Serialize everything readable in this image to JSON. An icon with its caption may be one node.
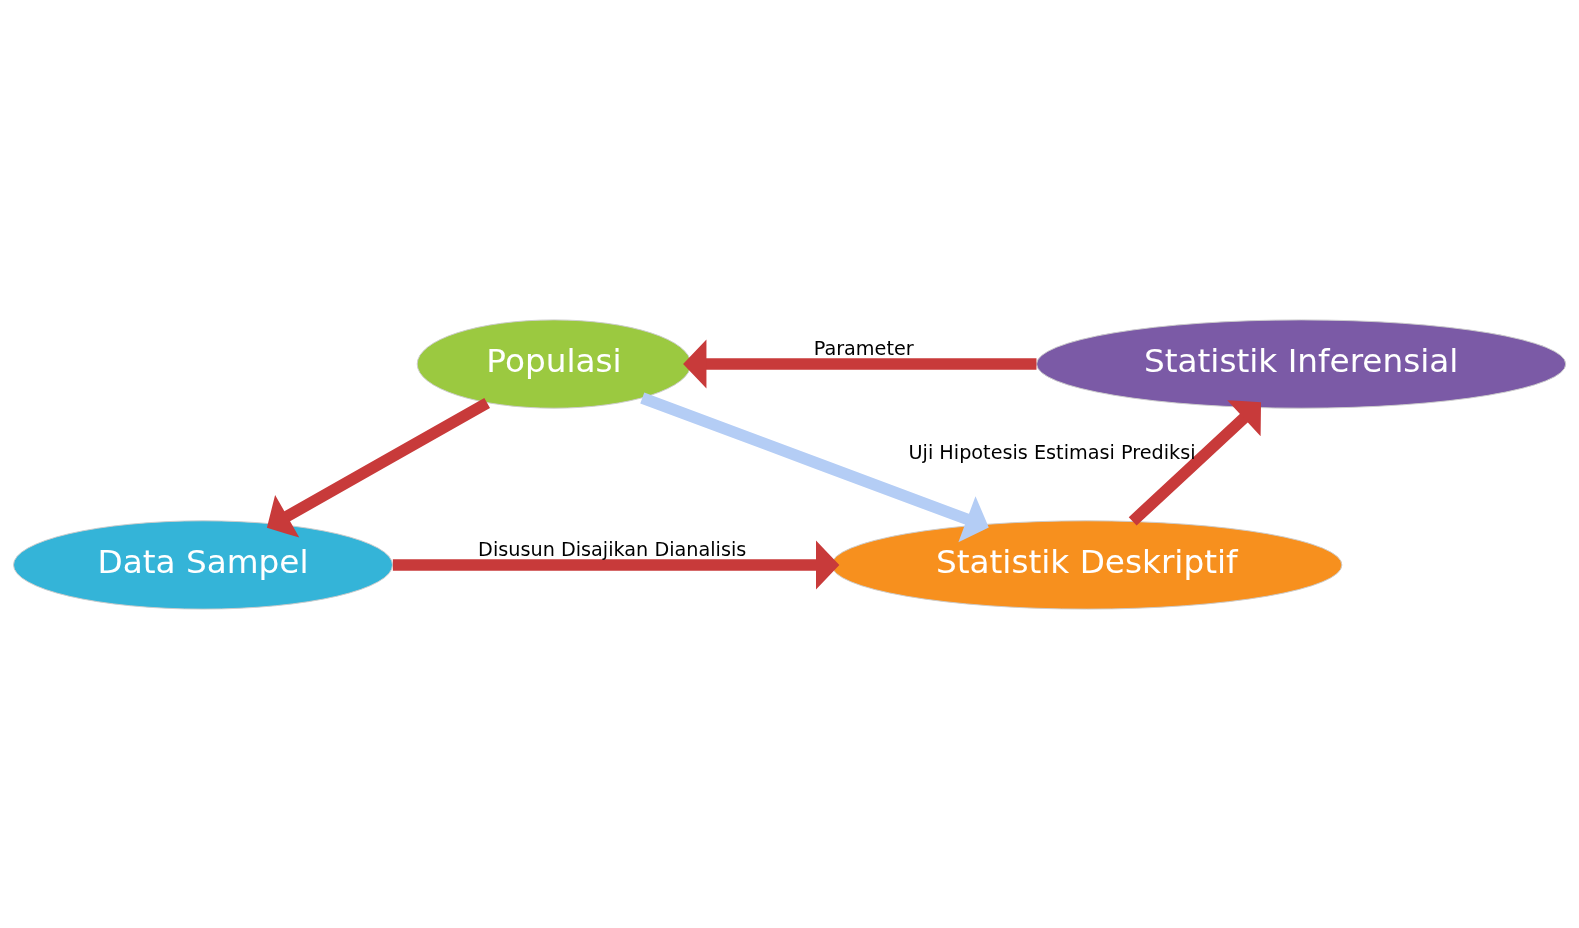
{
  "diagram": {
    "nodes": [
      {
        "text": [
          "Populasi"
        ]
      },
      {
        "text": [
          "Statistik Inferensial"
        ]
      },
      {
        "text": [
          "Data Sampel"
        ]
      },
      {
        "text": [
          "Statistik Deskriptif"
        ]
      }
    ],
    "edges": [
      {
        "from": 1,
        "to": 0,
        "arrow": "to",
        "label": "Parameter"
      },
      {
        "from": 0,
        "to": 2,
        "arrow": "to"
      },
      {
        "from": 0,
        "to": 3,
        "arrow": "to",
        "color": "#b4cdf5"
      },
      {
        "from": 2,
        "to": 3,
        "arrow": "to",
        "label": "Disusun Disajikan Dianalisis"
      },
      {
        "from": 3,
        "to": 1,
        "arrow": "to",
        "label": "Uji Hipotesis Estimasi Prediksi"
      }
    ]
  }
}
